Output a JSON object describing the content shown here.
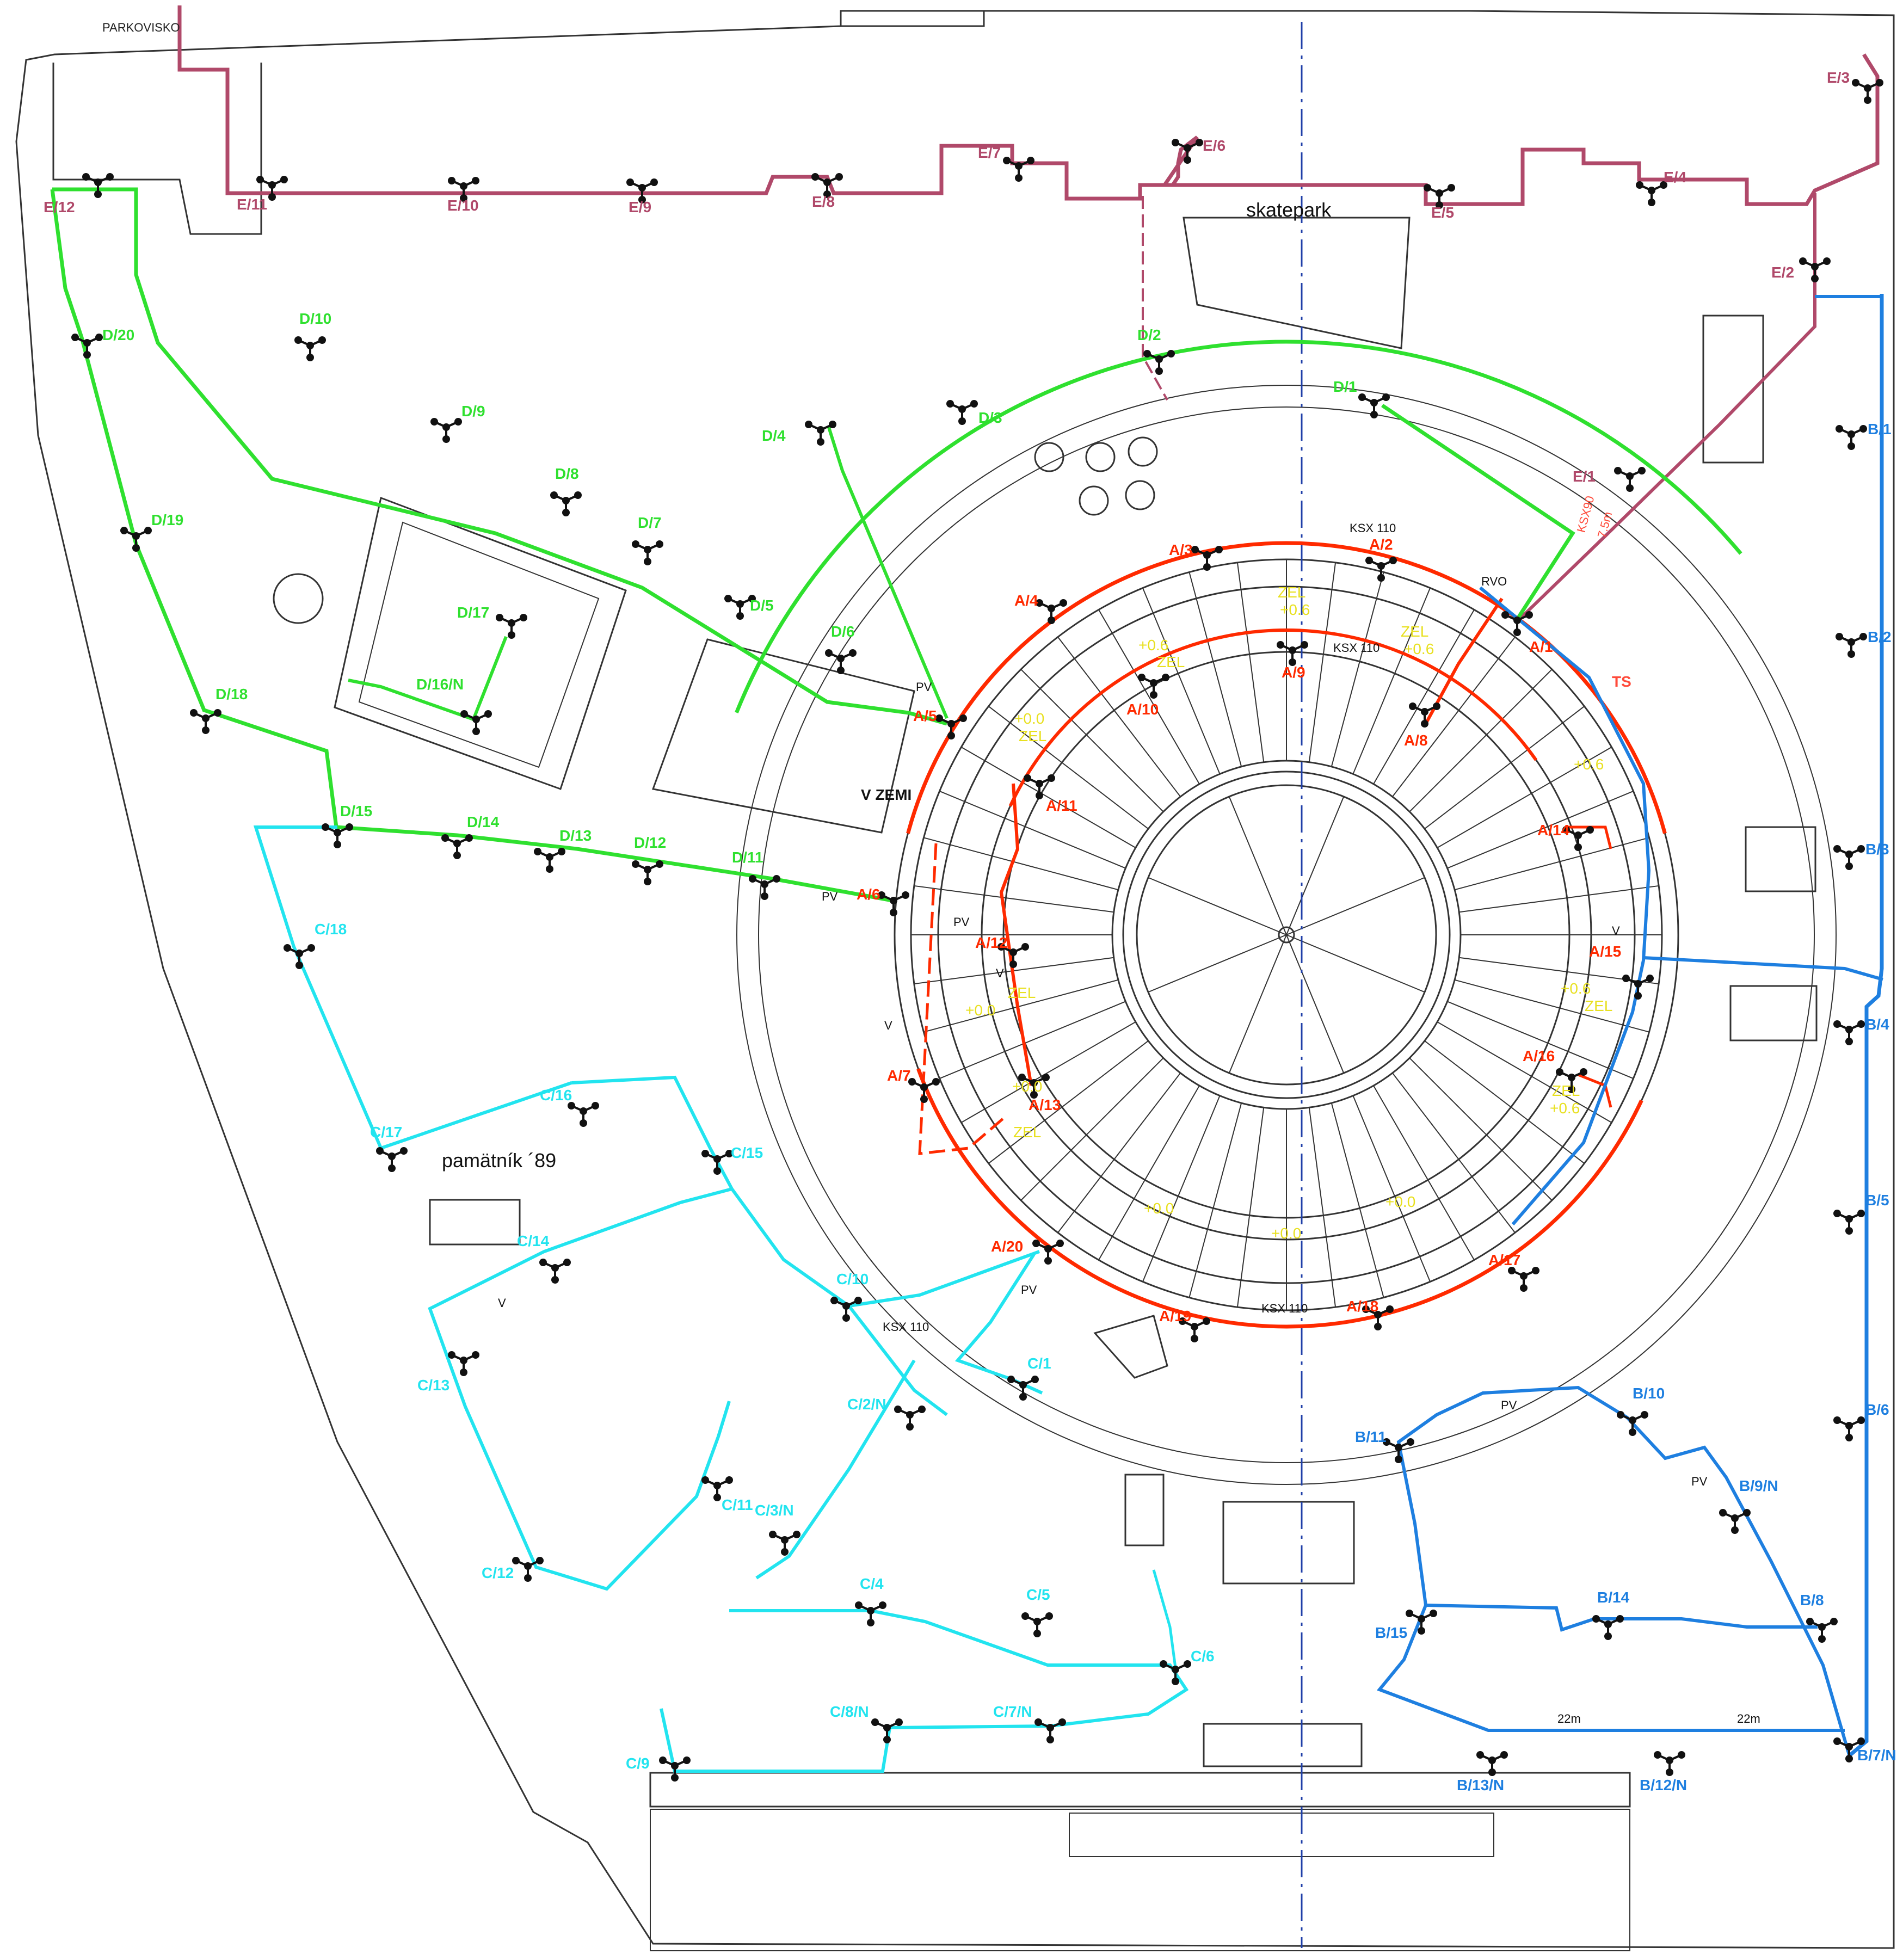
{
  "texts": {
    "parking": "PARKOVISKO",
    "skatepark": "skatepark",
    "memorial": "pamätník ´89",
    "rvo": "RVO",
    "ts": "TS",
    "ksx110": "KSX 110",
    "ksx90": "KSX90",
    "len75": "7.5m",
    "v_zemi": "V ZEMI",
    "pv": "PV",
    "v": "V",
    "zel": "ZEL",
    "plus00": "+0.0",
    "plus06": "+0.6",
    "len22": "22m"
  },
  "colors": {
    "A": "#ff2a00",
    "B": "#1e7fe0",
    "C": "#22e4ef",
    "D": "#2fe02f",
    "E": "#b0496a",
    "zel": "#e8e020",
    "base": "#333333"
  },
  "node_icon": "tripod-node-marker",
  "nodes": {
    "A": [
      "A/1",
      "A/2",
      "A/3",
      "A/4",
      "A/5",
      "A/6",
      "A/7",
      "A/8",
      "A/9",
      "A/10",
      "A/11",
      "A/12",
      "A/13",
      "A/14",
      "A/15",
      "A/16",
      "A/17",
      "A/18",
      "A/19",
      "A/20"
    ],
    "B": [
      "B/1",
      "B/2",
      "B/3",
      "B/4",
      "B/5",
      "B/6",
      "B/7/N",
      "B/8",
      "B/9/N",
      "B/10",
      "B/11",
      "B/12/N",
      "B/13/N",
      "B/14",
      "B/15"
    ],
    "C": [
      "C/1",
      "C/2/N",
      "C/3/N",
      "C/4",
      "C/5",
      "C/6",
      "C/7/N",
      "C/8/N",
      "C/9",
      "C/10",
      "C/11",
      "C/12",
      "C/13",
      "C/14",
      "C/15",
      "C/16",
      "C/17",
      "C/18"
    ],
    "D": [
      "D/1",
      "D/2",
      "D/3",
      "D/4",
      "D/5",
      "D/6",
      "D/7",
      "D/8",
      "D/9",
      "D/10",
      "D/11",
      "D/12",
      "D/13",
      "D/14",
      "D/15",
      "D/16/N",
      "D/17",
      "D/18",
      "D/19",
      "D/20"
    ],
    "E": [
      "E/1",
      "E/2",
      "E/3",
      "E/4",
      "E/5",
      "E/6",
      "E/7",
      "E/8",
      "E/9",
      "E/10",
      "E/11",
      "E/12"
    ]
  }
}
